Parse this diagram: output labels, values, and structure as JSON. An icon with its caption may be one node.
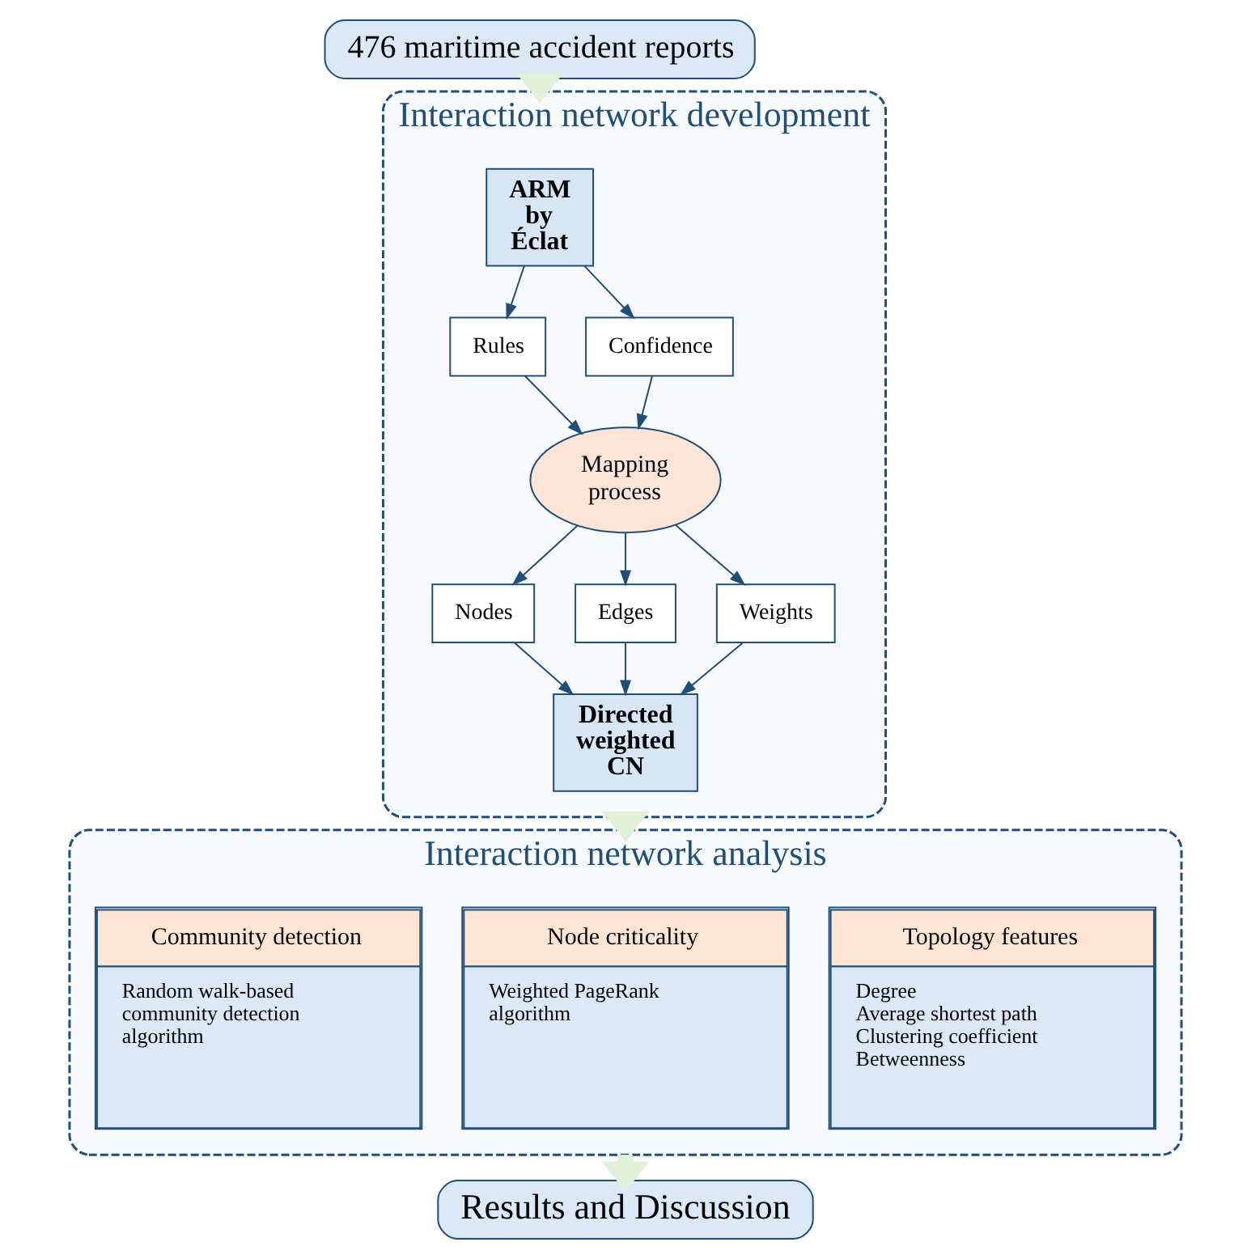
{
  "diagram": {
    "nodes": [
      {
        "text": [
          "476 maritime accident reports"
        ]
      },
      {
        "text": [
          "Interaction network development"
        ]
      },
      {
        "text": [
          "ARM by Éclat"
        ],
        "in": 1
      },
      {
        "text": [
          "Rules"
        ],
        "in": 1
      },
      {
        "text": [
          "Confidence"
        ],
        "in": 1
      },
      {
        "text": [
          "Mapping process"
        ],
        "in": 1
      },
      {
        "text": [
          "Nodes"
        ],
        "in": 1
      },
      {
        "text": [
          "Edges"
        ],
        "in": 1
      },
      {
        "text": [
          "Weights"
        ],
        "in": 1
      },
      {
        "text": [
          "Directed weighted CN"
        ],
        "in": 1
      },
      {
        "text": [
          "Interaction network analysis"
        ]
      },
      {
        "text": [
          "Topology features",
          "Degree",
          "Average shortest path",
          "Clustering coefficient",
          "Betweenness"
        ],
        "in": 10
      },
      {
        "text": [
          "Node criticality",
          "Weighted PageRank algorithm"
        ],
        "in": 10
      },
      {
        "text": [
          "Community detection",
          "Random walk-based community detection algorithm"
        ],
        "in": 10
      },
      {
        "text": [
          "Results and Discussion"
        ]
      }
    ],
    "edges": [
      {
        "from": 0,
        "to": 1,
        "arrow": "to",
        "style": "thick",
        "color": "#e2f0d9"
      },
      {
        "from": 2,
        "to": 3,
        "arrow": "to"
      },
      {
        "from": 2,
        "to": 4,
        "arrow": "to"
      },
      {
        "from": 3,
        "to": 5,
        "arrow": "to"
      },
      {
        "from": 4,
        "to": 5,
        "arrow": "to"
      },
      {
        "from": 5,
        "to": 6,
        "arrow": "to"
      },
      {
        "from": 5,
        "to": 7,
        "arrow": "to"
      },
      {
        "from": 5,
        "to": 8,
        "arrow": "to"
      },
      {
        "from": 6,
        "to": 9,
        "arrow": "to"
      },
      {
        "from": 7,
        "to": 9,
        "arrow": "to"
      },
      {
        "from": 8,
        "to": 9,
        "arrow": "to"
      },
      {
        "from": 1,
        "to": 10,
        "arrow": "to",
        "style": "thick",
        "color": "#e2f0d9"
      },
      {
        "from": 10,
        "to": 14,
        "arrow": "to",
        "style": "thick",
        "color": "#e2f0d9"
      }
    ]
  }
}
